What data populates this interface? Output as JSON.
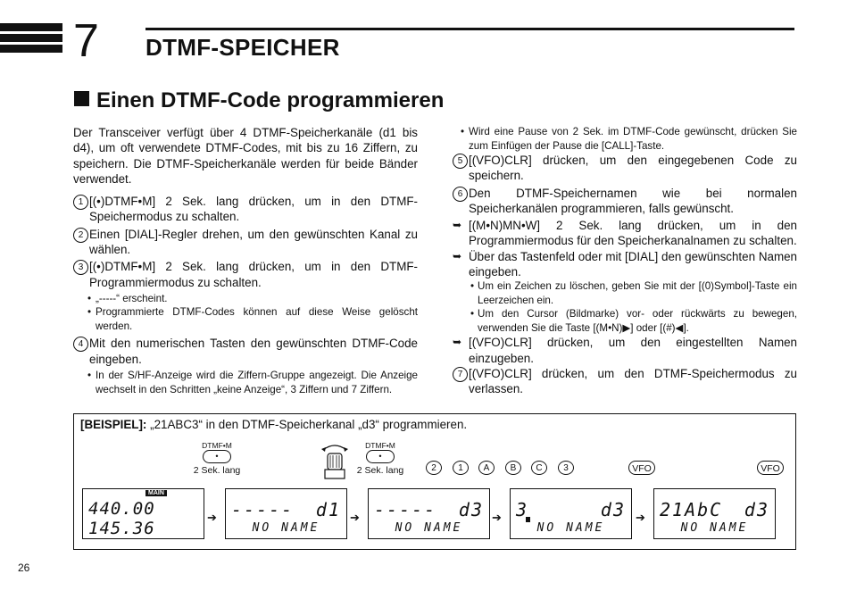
{
  "chapter": {
    "number": "7",
    "title": "DTMF-SPEICHER"
  },
  "section": {
    "title": "Einen DTMF-Code programmieren"
  },
  "left": {
    "intro": "Der Transceiver verfügt über 4 DTMF-Speicherkanäle (d1 bis d4), um oft verwendete DTMF-Codes, mit bis zu 16 Ziffern, zu speichern. Die DTMF-Speicherkanäle werden für beide Bänder verwendet.",
    "s1_num": "1",
    "s1_key": "[(•)DTMF•M]",
    "s1_text": " 2 Sek. lang drücken, um in den DTMF-Speichermodus zu schalten.",
    "s2_num": "2",
    "s2_text": "Einen [DIAL]-Regler drehen, um den gewünschten Kanal zu wählen.",
    "s3_num": "3",
    "s3_key": "[(•)DTMF•M]",
    "s3_text": " 2 Sek. lang drücken, um in den DTMF-Programmiermodus zu schalten.",
    "s3_b1": "„-----“ erscheint.",
    "s3_b2": "Programmierte DTMF-Codes können auf diese Weise gelöscht werden.",
    "s4_num": "4",
    "s4_text": "Mit den numerischen Tasten den gewünschten DTMF-Code eingeben.",
    "s4_b1": "In der S/HF-Anzeige wird die Ziffern-Gruppe angezeigt. Die Anzeige wechselt in den Schritten „keine Anzeige“, 3 Ziffern und 7 Ziffern."
  },
  "right": {
    "b0": "Wird eine Pause von 2 Sek. im DTMF-Code gewünscht, drücken Sie zum Einfügen der Pause die [CALL]-Taste.",
    "s5_num": "5",
    "s5_key": "[(VFO)CLR]",
    "s5_text": " drücken, um den eingegebenen Code zu speichern.",
    "s6_num": "6",
    "s6_text": "Den DTMF-Speichernamen wie bei normalen Speicherkanälen programmieren, falls gewünscht.",
    "a1_key": "[(M•N)MN•W]",
    "a1_text": " 2 Sek. lang drücken, um in den Programmiermodus für den Speicherkanalnamen zu schalten.",
    "a2_text": "Über das Tastenfeld oder mit [DIAL] den gewünschten Namen eingeben.",
    "a2_b1": "Um ein Zeichen zu löschen, geben Sie mit der [(0)Symbol]-Taste ein Leerzeichen ein.",
    "a2_b2": "Um den Cursor (Bildmarke) vor- oder rückwärts zu bewegen, verwenden Sie die Taste [(M•N)▶] oder [(#)◀].",
    "a3_key": "[(VFO)CLR]",
    "a3_text": " drücken, um den eingestellten Namen einzugeben.",
    "s7_num": "7",
    "s7_key": "[(VFO)CLR]",
    "s7_text": " drücken, um den DTMF-Speichermodus zu verlassen.",
    "arrow_glyph": "➥"
  },
  "example": {
    "label": "[BEISPIEL]:",
    "text": " „21ABC3“ in den DTMF-Speicherkanal „d3“ programmieren.",
    "key1_top": "DTMF•M",
    "key1_cap": "•",
    "key1_bottom": "2 Sek. lang",
    "key2_top": "DTMF•M",
    "key2_cap": "•",
    "key2_bottom": "2 Sek. lang",
    "keys": [
      "2",
      "1",
      "A",
      "B",
      "C",
      "3"
    ],
    "vfo1": "VFO",
    "vfo2": "VFO",
    "lcd1_l1": "440.00 145.36",
    "lcd1_badge": "MAIN",
    "lcd2_l1a": "-----",
    "lcd2_l1b": "d1",
    "lcd2_l2": "NO NAME",
    "lcd3_l1a": "-----",
    "lcd3_l1b": "d3",
    "lcd3_l2": "NO NAME",
    "lcd4_l1a": "3",
    "lcd4_l1b": "d3",
    "lcd4_l2": "NO NAME",
    "lcd5_l1a": "21AbC",
    "lcd5_l1b": "d3",
    "lcd5_l2": "NO NAME",
    "arrow": "➔"
  },
  "page_number": "26"
}
